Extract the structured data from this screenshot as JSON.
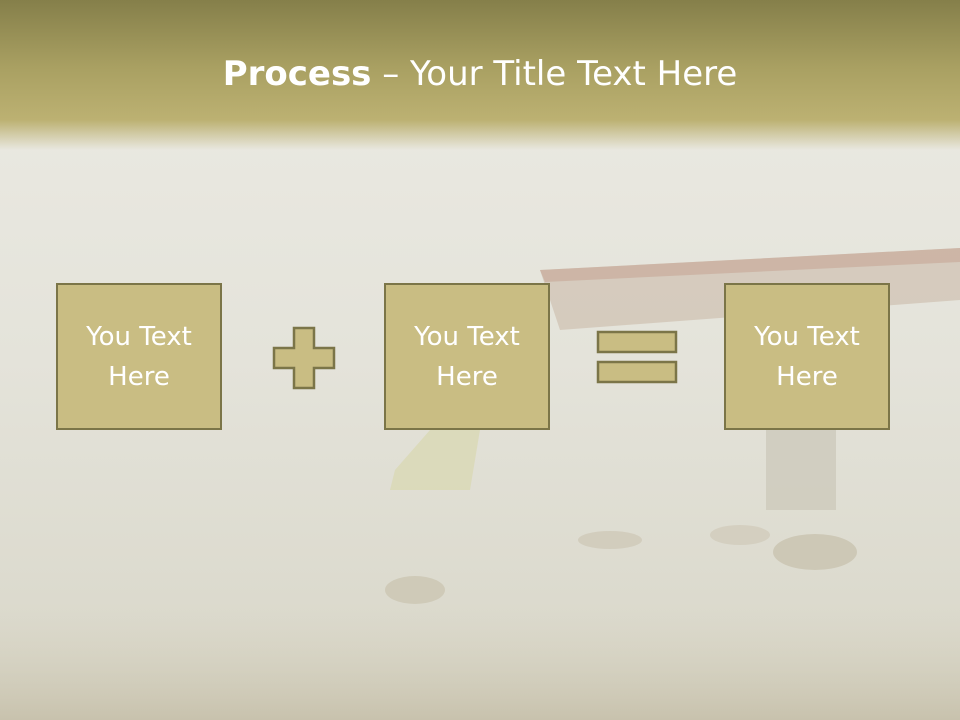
{
  "title": {
    "bold": "Process",
    "rest": " – Your Title Text Here"
  },
  "boxes": [
    {
      "text": "You Text Here"
    },
    {
      "text": "You Text Here"
    },
    {
      "text": "You Text Here"
    }
  ],
  "colors": {
    "header": "#a9a062",
    "box_fill": "#c9bd83",
    "box_border": "#7b7548",
    "text": "#ffffff"
  },
  "icons": [
    "plus-icon",
    "equals-icon"
  ]
}
